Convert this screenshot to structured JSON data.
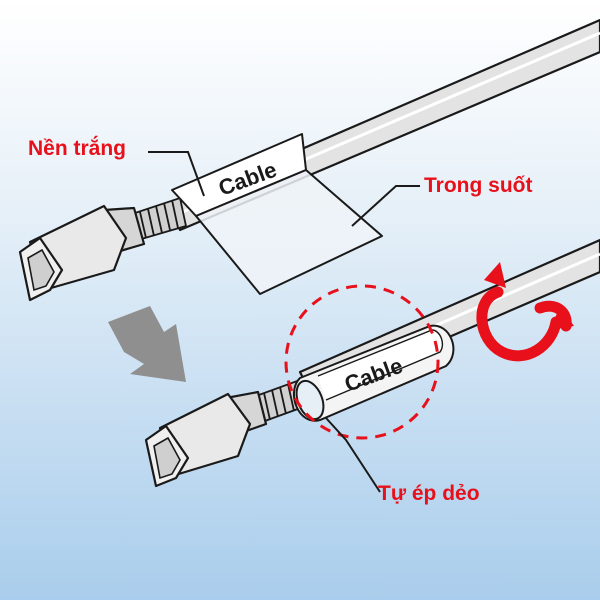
{
  "labels": {
    "white_background": "Nền trắng",
    "transparent": "Trong suốt",
    "self_laminating": "Tự ép dẻo"
  },
  "tag_text": {
    "flat_label": "Cable",
    "wrapped_label": "Cable"
  },
  "colors": {
    "background_top": "#ffffff",
    "background_bottom": "#a9cdec",
    "annotation_red": "#e8101a",
    "cable_gray": "#dcdcdc",
    "outline": "#1a1a1a",
    "arrow_gray": "#8f8f8f"
  },
  "icons": {
    "down_arrow": "diagonal-arrow",
    "rotation": "rotate-arrow"
  }
}
